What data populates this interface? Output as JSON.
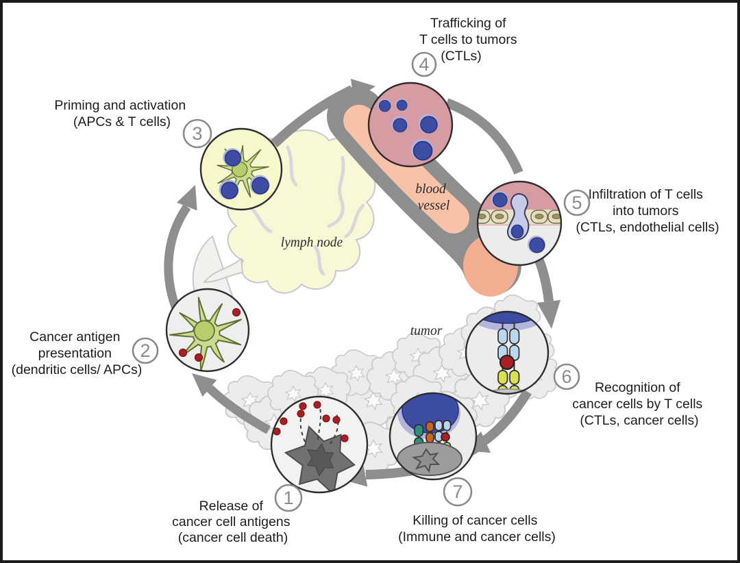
{
  "figure": {
    "name": "cancer-immunity-cycle"
  },
  "steps": [
    {
      "num": "1",
      "lines": [
        "Release of",
        "cancer cell antigens",
        "(cancer cell death)"
      ]
    },
    {
      "num": "2",
      "lines": [
        "Cancer antigen",
        "presentation",
        "(dendritic cells/ APCs)"
      ]
    },
    {
      "num": "3",
      "lines": [
        "Priming and activation",
        "(APCs & T cells)"
      ]
    },
    {
      "num": "4",
      "lines": [
        "Trafficking of",
        "T cells to tumors",
        "(CTLs)"
      ]
    },
    {
      "num": "5",
      "lines": [
        "Infiltration of T cells",
        "into tumors",
        "(CTLs, endothelial cells)"
      ]
    },
    {
      "num": "6",
      "lines": [
        "Recognition of",
        "cancer cells by T cells",
        "(CTLs, cancer cells)"
      ]
    },
    {
      "num": "7",
      "lines": [
        "Killing of cancer cells",
        "(Immune and cancer cells)"
      ]
    }
  ],
  "anatomy": {
    "lymph_node": "lymph node",
    "blood_vessel_line1": "blood",
    "blood_vessel_line2": "vessel",
    "tumor": "tumor"
  },
  "colors": {
    "arrow": "#8e8e8e",
    "badge": "#8a8a8a",
    "text": "#1c1c1c",
    "blue": "#3e4da4",
    "lavender": "#b2b6dc",
    "pink": "#d79ba3",
    "green": "#cbdc90",
    "greendark": "#5f6f33",
    "nucleus": "#b8cd6e",
    "paleyellow": "#f6f7ca",
    "red": "#ab1f24",
    "tan": "#e6dcc0",
    "olive": "#9a935a",
    "lightblue": "#bcd6ee",
    "yellowgreen": "#d9e052",
    "teal": "#2f8f78",
    "orange": "#c8641c",
    "graycell": "#717171",
    "cancergray": "#9c9c9c",
    "tumorfill": "#ececec",
    "tumorstroke": "#c9c9c9",
    "vessel": "#f0a487",
    "vessellight": "#f7c2a8",
    "lymphfill": "#f8f8d6",
    "lymphstroke": "#c7c7cd"
  }
}
